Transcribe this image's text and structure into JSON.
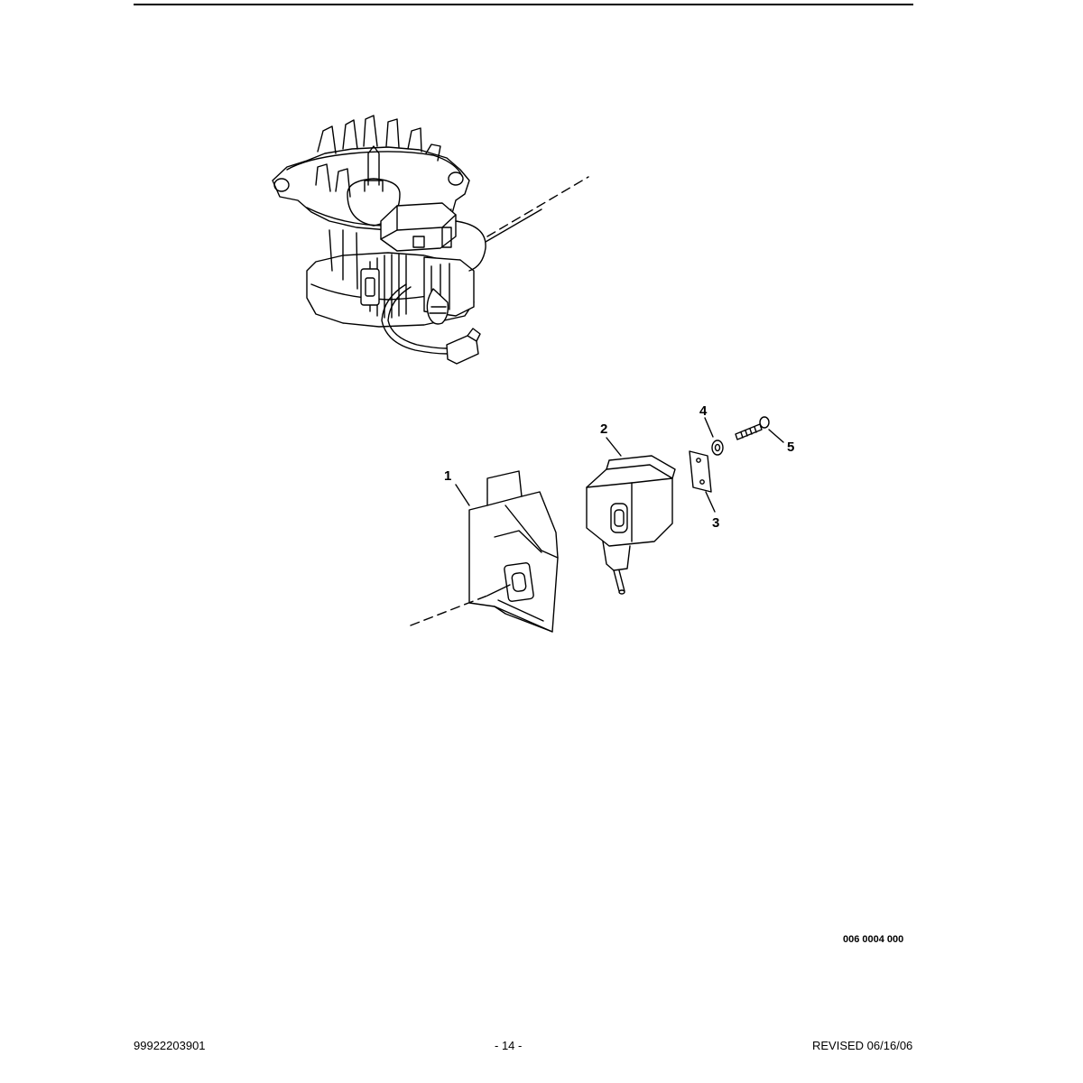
{
  "callouts": {
    "c1": "1",
    "c2": "2",
    "c3": "3",
    "c4": "4",
    "c5": "5"
  },
  "drawing_code": "006 0004 000",
  "footer": {
    "doc_number": "99922203901",
    "page": "- 14 -",
    "revised": "REVISED 06/16/06"
  }
}
